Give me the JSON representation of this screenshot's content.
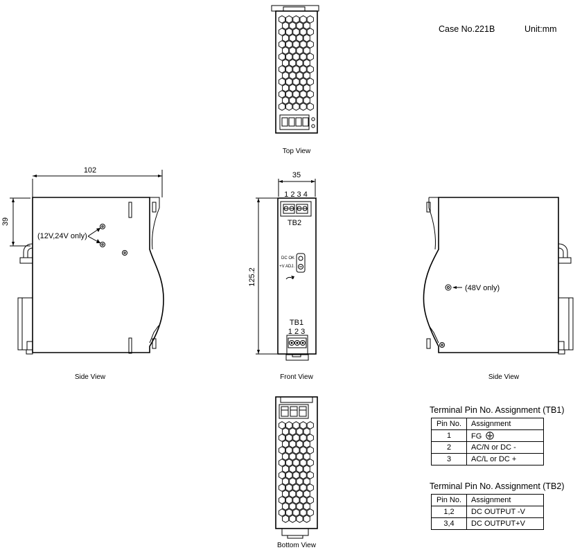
{
  "header": {
    "case_no": "Case No.221B",
    "unit": "Unit:mm"
  },
  "views": {
    "top": "Top View",
    "front": "Front View",
    "bottom": "Bottom View",
    "side_left": "Side View",
    "side_right": "Side View"
  },
  "dimensions": {
    "width_side": "102",
    "width_front": "35",
    "height_front": "125.2",
    "offset_39": "39"
  },
  "annotations": {
    "side_left_note": "(12V,24V only)",
    "side_right_note": "(48V only)",
    "tb2": "TB2",
    "tb1": "TB1",
    "tb2_pins": "1 2 3 4",
    "tb1_pins": "1 2 3",
    "dc_ok": "DC OK",
    "v_adj": "+V ADJ."
  },
  "tb1_table": {
    "title": "Terminal Pin No.  Assignment (TB1)",
    "headers": [
      "Pin No.",
      "Assignment"
    ],
    "rows": [
      {
        "pin": "1",
        "assignment": "FG"
      },
      {
        "pin": "2",
        "assignment": "AC/N or DC -"
      },
      {
        "pin": "3",
        "assignment": "AC/L or DC +"
      }
    ]
  },
  "tb2_table": {
    "title": "Terminal Pin No.  Assignment (TB2)",
    "headers": [
      "Pin No.",
      "Assignment"
    ],
    "rows": [
      {
        "pin": "1,2",
        "assignment": "DC OUTPUT -V"
      },
      {
        "pin": "3,4",
        "assignment": "DC OUTPUT+V"
      }
    ]
  },
  "icons": {
    "ground": "ground-symbol-icon"
  }
}
